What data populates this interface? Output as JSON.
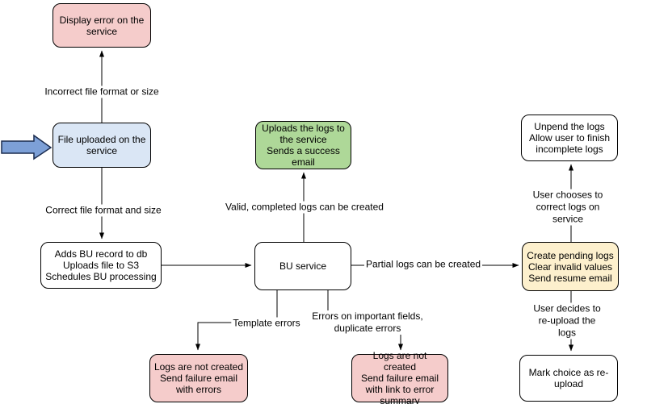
{
  "diagram": {
    "nodes": {
      "display_error": {
        "label": "Display error on the\nservice",
        "color": "#f5cccb"
      },
      "file_uploaded": {
        "label": "File uploaded on the\nservice",
        "color": "#dae6f5"
      },
      "adds_bu_record": {
        "label": "Adds BU record to db\nUploads file to S3\nSchedules BU processing",
        "color": "#ffffff"
      },
      "bu_service": {
        "label": "BU service",
        "color": "#ffffff"
      },
      "uploads_logs": {
        "label": "Uploads the logs to\nthe service\nSends a success\nemail",
        "color": "#aed898"
      },
      "create_pending": {
        "label": "Create pending logs\nClear invalid values\nSend resume email",
        "color": "#fdf0cd"
      },
      "unpend_logs": {
        "label": "Unpend the logs\nAllow user to finish\nincomplete logs",
        "color": "#ffffff"
      },
      "mark_choice": {
        "label": "Mark choice as re-\nupload",
        "color": "#ffffff"
      },
      "logs_not_created_errors": {
        "label": "Logs are not created\nSend failure email\nwith errors",
        "color": "#f5cccb"
      },
      "logs_not_created_summary": {
        "label": "Logs are not created\nSend failure email\nwith link to error\nsummary",
        "color": "#f5cccb"
      }
    },
    "edge_labels": {
      "incorrect_format": "Incorrect file format or size",
      "correct_format": "Correct file format and size",
      "valid_completed": "Valid, completed logs can be created",
      "partial_logs": "Partial logs can be created",
      "user_corrects": "User chooses to correct logs on service",
      "user_reuploads": "User decides to re-upload the logs",
      "template_errors": "Template errors",
      "important_fields": "Errors on important fields,\nduplicate errors"
    },
    "colors": {
      "node_stroke": "#000000",
      "connector": "#000000",
      "entry_arrow_fill": "#7da0d7",
      "entry_arrow_stroke": "#1b2c4f",
      "pink": "#f5cccb",
      "blue": "#dae6f5",
      "green": "#aed898",
      "yellow": "#fdf0cd"
    }
  }
}
